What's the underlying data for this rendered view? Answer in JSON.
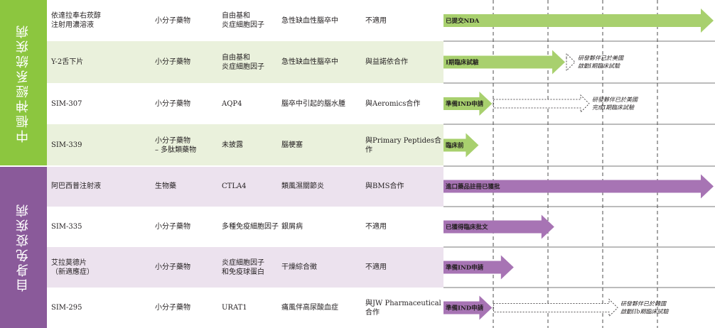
{
  "categories": [
    {
      "label": "中樞神經系統疾病",
      "color": "#8cc63f"
    },
    {
      "label": "自身免疫疾病",
      "color": "#8a5a9a"
    }
  ],
  "rows": [
    {
      "name": "依達拉奉右莰醇\n注射用濃溶液",
      "type": "小分子藥物",
      "target": "自由基和\n炎症細胞因子",
      "indication": "急性缺血性腦卒中",
      "partner": "不適用",
      "status": "已提交NDA",
      "progress": 1.0,
      "note": ""
    },
    {
      "name": "Y-2舌下片",
      "type": "小分子藥物",
      "target": "自由基和\n炎症細胞因子",
      "indication": "急性缺血性腦卒中",
      "partner": "與益諾依合作",
      "status": "I期臨床試驗",
      "progress": 0.45,
      "note": "研發夥伴已於美國\n啟動I期臨床試驗"
    },
    {
      "name": "SIM-307",
      "type": "小分子藥物",
      "target": "AQP4",
      "indication": "腦卒中引起的腦水腫",
      "partner": "與Aeromics合作",
      "status": "準備IND申請",
      "progress": 0.18,
      "note": "研發夥伴已於美國\n完成I期臨床試驗"
    },
    {
      "name": "SIM-339",
      "type": "小分子藥物\n– 多肽類藥物",
      "target": "未披露",
      "indication": "腦梗塞",
      "partner": "與Primary Peptides合作",
      "status": "臨床前",
      "progress": 0.13,
      "note": ""
    },
    {
      "name": "阿巴西普注射液",
      "type": "生物藥",
      "target": "CTLA4",
      "indication": "類風濕關節炎",
      "partner": "與BMS合作",
      "status": "進口藥品註冊已獲批",
      "progress": 1.0,
      "note": ""
    },
    {
      "name": "SIM-335",
      "type": "小分子藥物",
      "target": "多種免疫細胞因子",
      "indication": "銀屑病",
      "partner": "不適用",
      "status": "已獲得臨床批文",
      "progress": 0.41,
      "note": ""
    },
    {
      "name": "艾拉莫德片\n（新適應症）",
      "type": "小分子藥物",
      "target": "炎症細胞因子\n和免疫球蛋白",
      "indication": "干燥綜合徵",
      "partner": "不適用",
      "status": "準備IND申請",
      "progress": 0.26,
      "note": ""
    },
    {
      "name": "SIM-295",
      "type": "小分子藥物",
      "target": "URAT1",
      "indication": "痛風伴高尿酸血症",
      "partner": "與JW Pharmaceutical合作",
      "status": "準備IND申請",
      "progress": 0.18,
      "note": "研發夥伴已於韓國\n啟動IIb期臨床試驗"
    }
  ],
  "colors": {
    "green_arrow": "#a8d06e",
    "purple_arrow": "#a774b4",
    "green_row": "#eaf1dc",
    "purple_row": "#ece2ee"
  }
}
